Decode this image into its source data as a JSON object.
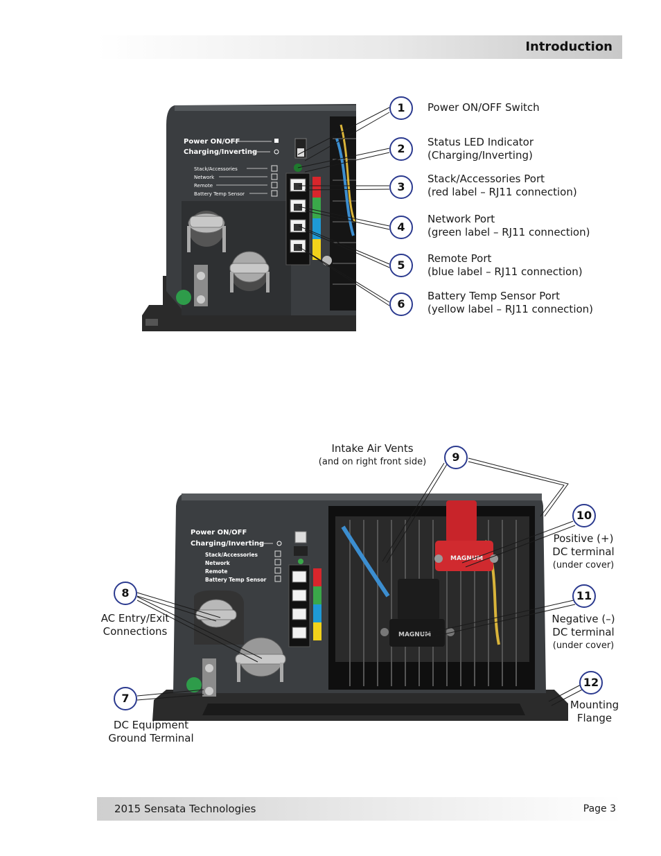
{
  "header": {
    "title": "Introduction"
  },
  "footer": {
    "left": "2015 Sensata Technologies",
    "right": "Page 3"
  },
  "panel_labels": {
    "power": "Power ON/OFF",
    "charging": "Charging/Inverting",
    "stack": "Stack/Accessories",
    "network": "Network",
    "remote": "Remote",
    "battery": "Battery Temp Sensor"
  },
  "top_callouts": [
    {
      "num": "1",
      "line1": "Power ON/OFF Switch",
      "line2": ""
    },
    {
      "num": "2",
      "line1": "Status LED Indicator",
      "line2": "(Charging/Inverting)"
    },
    {
      "num": "3",
      "line1": "Stack/Accessories Port",
      "line2": "(red label – RJ11 connection)"
    },
    {
      "num": "4",
      "line1": "Network Port",
      "line2": "(green label – RJ11 connection)"
    },
    {
      "num": "5",
      "line1": "Remote Port",
      "line2": "(blue label – RJ11 connection)"
    },
    {
      "num": "6",
      "line1": "Battery Temp Sensor Port",
      "line2": "(yellow label – RJ11 connection)"
    }
  ],
  "bottom_callouts": {
    "c7": {
      "num": "7",
      "line1": "DC Equipment",
      "line2": "Ground Terminal"
    },
    "c8": {
      "num": "8",
      "line1": "AC Entry/Exit",
      "line2": "Connections"
    },
    "c9": {
      "num": "9",
      "line1": "Intake Air Vents",
      "line2": "(and on right front side)"
    },
    "c10": {
      "num": "10",
      "line1": "Positive (+)",
      "line2": "DC terminal",
      "line3": "(under cover)"
    },
    "c11": {
      "num": "11",
      "line1": "Negative (–)",
      "line2": "DC terminal",
      "line3": "(under cover)"
    },
    "c12": {
      "num": "12",
      "line1": "Mounting",
      "line2": "Flange"
    }
  },
  "cover_text": "MAGNUM",
  "colors": {
    "red": "#d8262c",
    "green": "#3aa84a",
    "blue": "#1e9ad6",
    "yellow": "#f2d21b",
    "callout_border": "#2b3a8f"
  }
}
